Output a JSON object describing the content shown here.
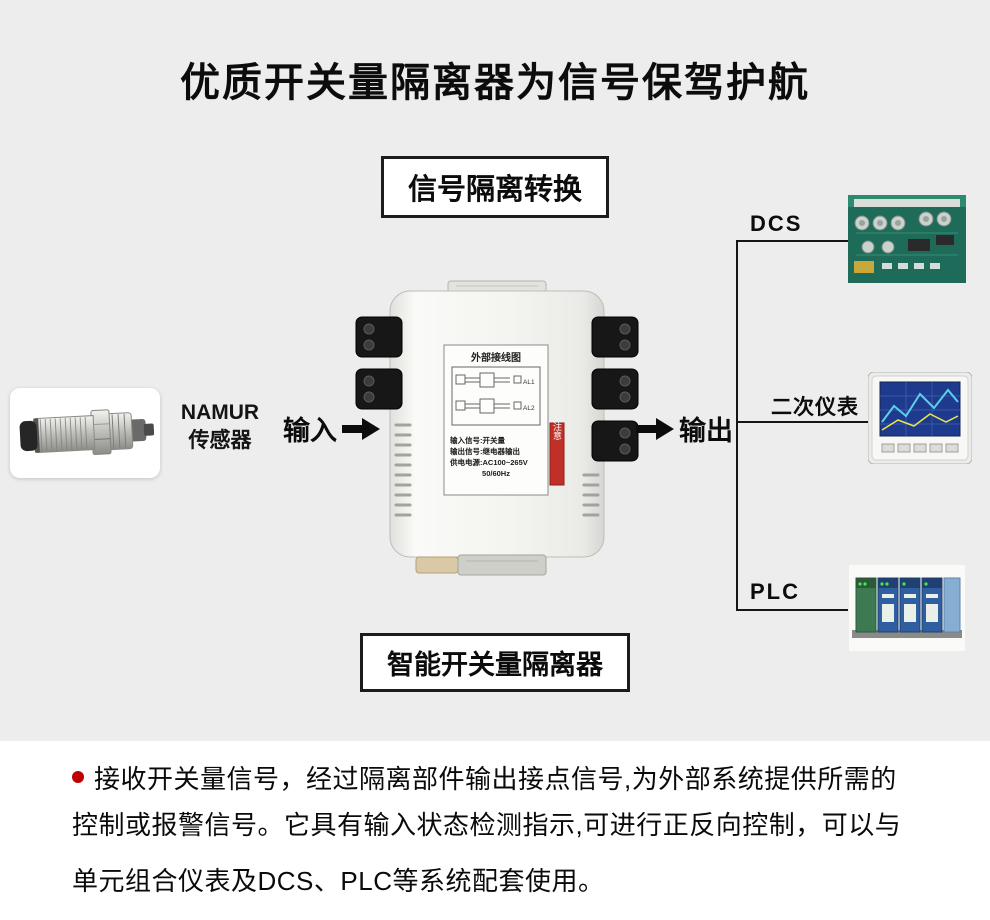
{
  "page": {
    "title": "优质开关量隔离器为信号保驾护航",
    "background_color": "#ededed",
    "accent_red": "#c00000"
  },
  "boxes": {
    "top_label": "信号隔离转换",
    "bottom_label": "智能开关量隔离器"
  },
  "left": {
    "sensor_name_line1": "NAMUR",
    "sensor_name_line2": "传感器",
    "input_label": "输入"
  },
  "device": {
    "diagram_title": "外部接线图",
    "al1": "AL1",
    "al2": "AL2",
    "spec_line1": "输入信号:开关量",
    "spec_line2": "输出信号:继电器输出",
    "spec_line3": "供电电源:AC100~265V",
    "spec_line4": "50/60Hz",
    "warning_label": "注意"
  },
  "right": {
    "output_label": "输出",
    "targets": [
      {
        "label": "DCS"
      },
      {
        "label": "二次仪表"
      },
      {
        "label": "PLC"
      }
    ]
  },
  "description": {
    "line1": "接收开关量信号，经过隔离部件输出接点信号,为外部系统提供所需的",
    "line2": "控制或报警信号。它具有输入状态检测指示,可进行正反向控制，可以与",
    "line3": "单元组合仪表及DCS、PLC等系统配套使用。"
  }
}
